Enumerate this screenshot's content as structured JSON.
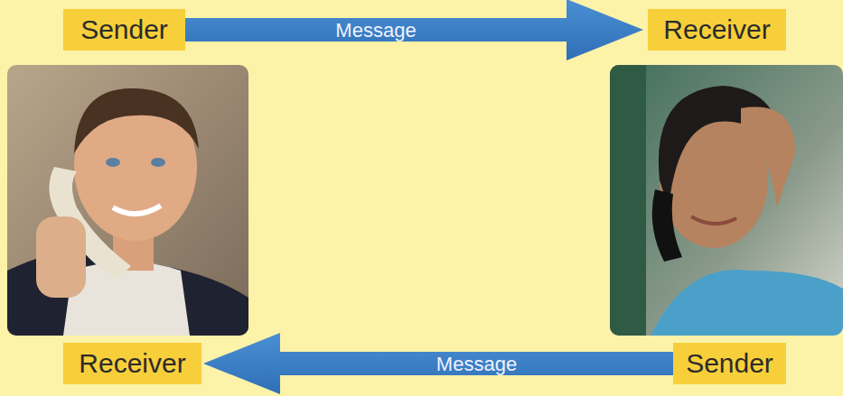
{
  "diagram": {
    "nodes": [
      {
        "text": [
          "Sender"
        ]
      },
      {
        "text": [
          "Receiver"
        ]
      },
      {
        "text": [
          "Receiver"
        ]
      },
      {
        "text": [
          "Sender"
        ]
      }
    ],
    "edges": [
      {
        "from": 0,
        "to": 1,
        "label": "Message",
        "arrow": "to"
      },
      {
        "from": 3,
        "to": 2,
        "label": "Message",
        "arrow": "to"
      }
    ]
  }
}
